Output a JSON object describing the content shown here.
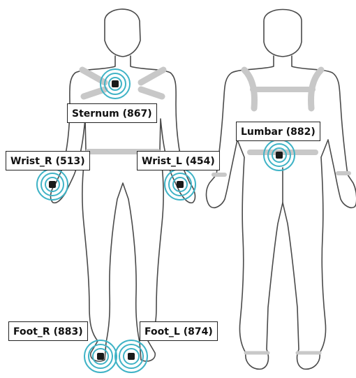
{
  "labels": {
    "sternum": "Sternum (867)",
    "wrist_r": "Wrist_R (513)",
    "wrist_l": "Wrist_L (454)",
    "lumbar": "Lumbar (882)",
    "foot_r": "Foot_R (883)",
    "foot_l": "Foot_L (874)"
  },
  "colors": {
    "outline": "#4a4a4a",
    "strap": "#c8c8c8",
    "ring": "#3fb3c6",
    "sensor": "#1a1a1a"
  }
}
